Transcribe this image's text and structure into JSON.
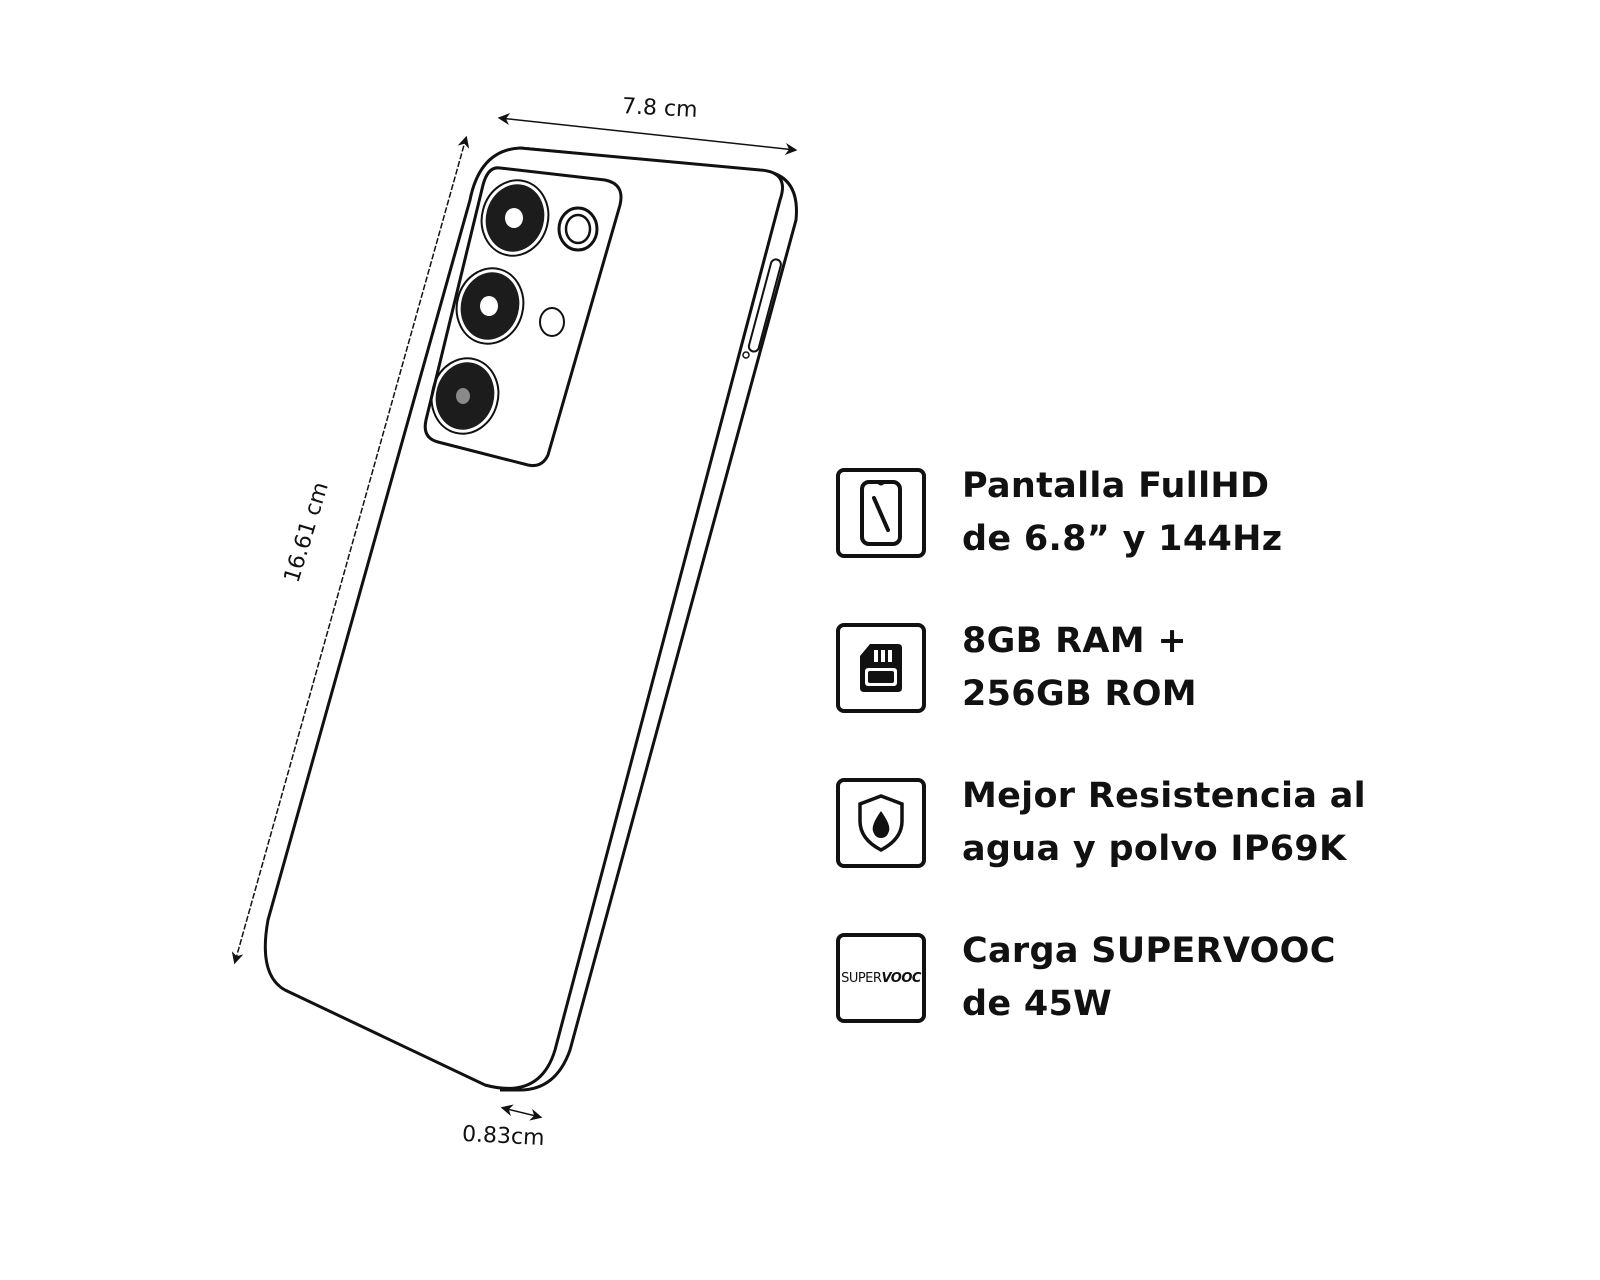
{
  "dimensions": {
    "width": "7.8 cm",
    "height": "16.61 cm",
    "depth": "0.83cm"
  },
  "features": [
    {
      "icon": "phone-screen-icon",
      "lines": [
        "Pantalla FullHD",
        "de 6.8” y 144Hz"
      ]
    },
    {
      "icon": "memory-card-icon",
      "lines": [
        "8GB RAM +",
        "256GB ROM"
      ]
    },
    {
      "icon": "shield-water-drop-icon",
      "lines": [
        "Mejor Resistencia al",
        "agua y polvo IP69K"
      ]
    },
    {
      "icon": "supervooc-logo-icon",
      "icon_text_a": "SUPER",
      "icon_text_b": "VOOC",
      "lines": [
        "Carga SUPERVOOC",
        "de 45W"
      ]
    }
  ],
  "colors": {
    "ink": "#111111",
    "background": "#ffffff",
    "lens_center_gray": "#8a8a8a"
  }
}
